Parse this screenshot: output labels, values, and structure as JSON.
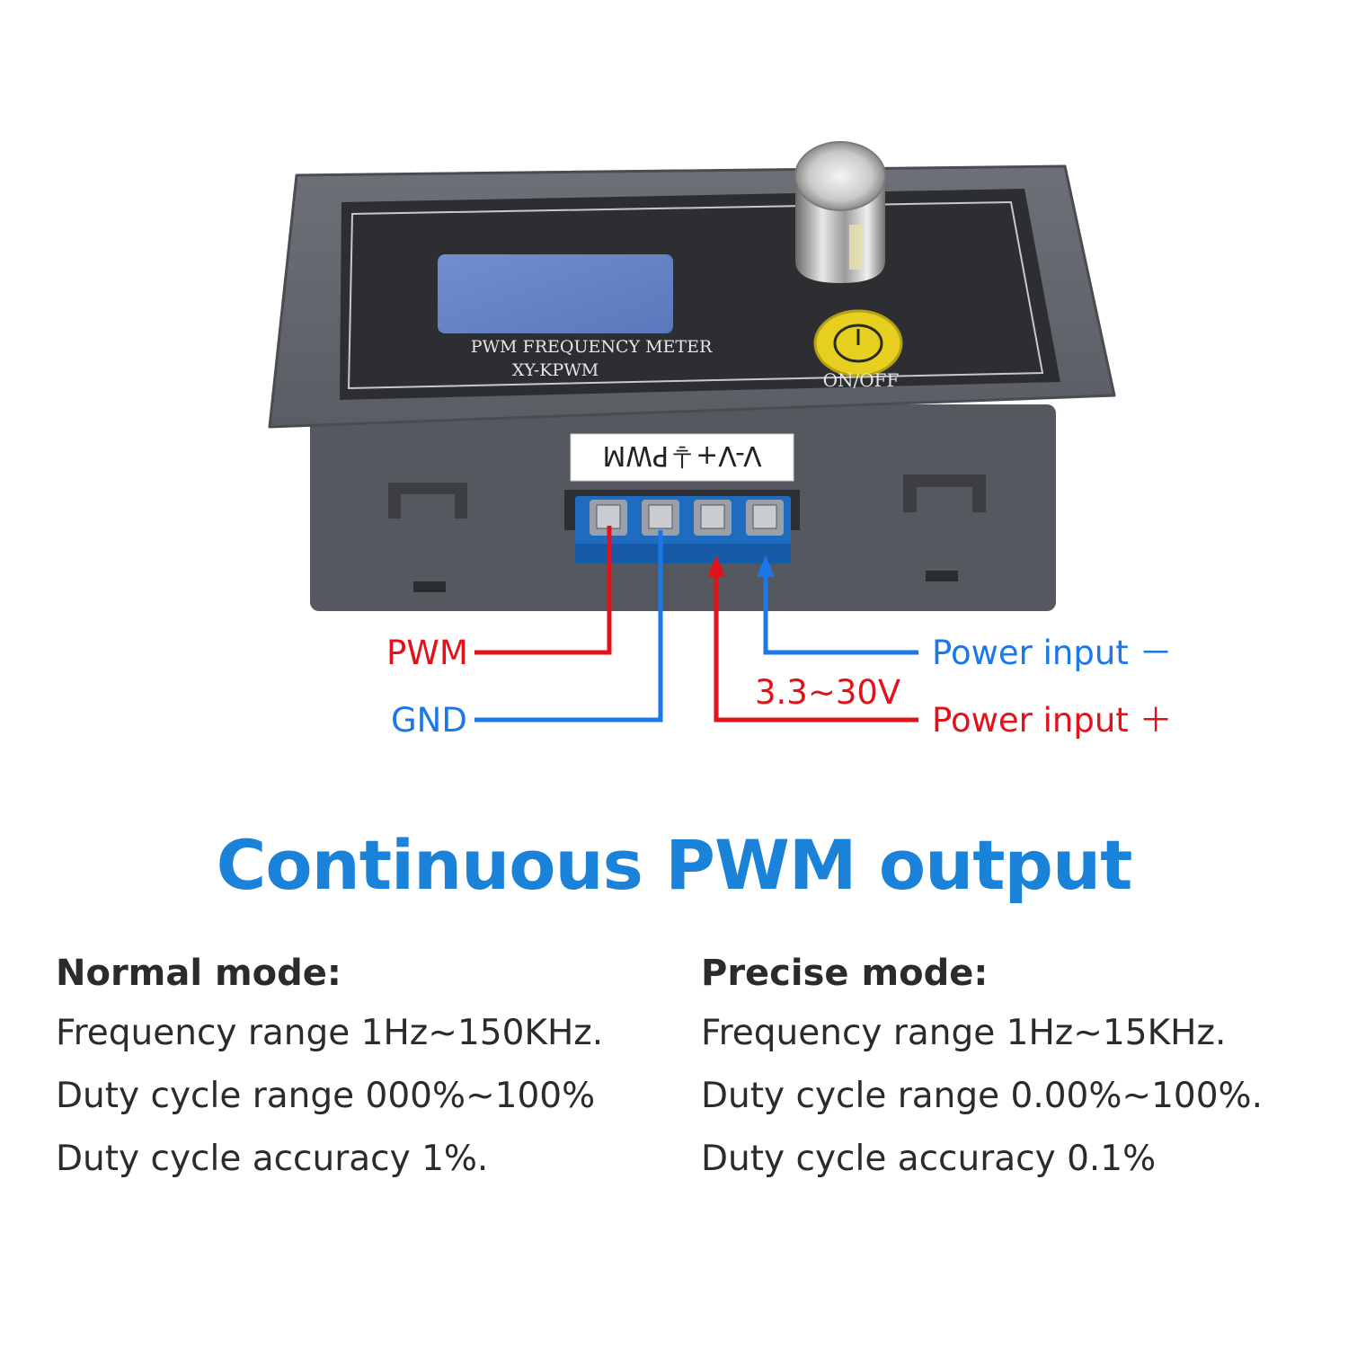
{
  "device": {
    "panel_title": "PWM FREQUENCY METER",
    "model": "XY-KPWM",
    "button_label": "ON/OFF",
    "terminal_label": "V-V+⏚PWM"
  },
  "callouts": {
    "pwm": "PWM",
    "gnd": "GND",
    "power_minus": "Power input －",
    "voltage": "3.3~30V",
    "power_plus": "Power input ＋"
  },
  "headline": "Continuous PWM output",
  "normal_mode": {
    "heading": "Normal mode:",
    "lines": [
      "Frequency range 1Hz~150KHz.",
      "Duty cycle range 000%~100%",
      "Duty cycle accuracy 1%."
    ]
  },
  "precise_mode": {
    "heading": "Precise mode:",
    "lines": [
      "Frequency range 1Hz~15KHz.",
      "Duty cycle range 0.00%~100%.",
      "Duty cycle accuracy 0.1%"
    ]
  },
  "colors": {
    "red": "#e3121a",
    "blue": "#1a78e8",
    "headline": "#1a82d8",
    "terminal": "#1e6bc0"
  }
}
